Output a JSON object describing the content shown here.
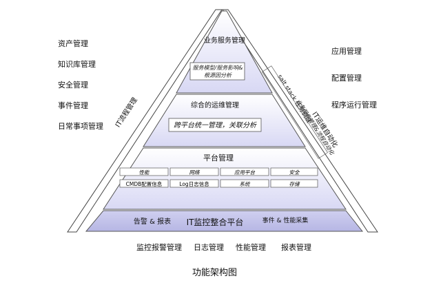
{
  "left_labels": [
    "资产管理",
    "知识库管理",
    "安全管理",
    "事件管理",
    "日常事项管理"
  ],
  "right_labels": [
    "应用管理",
    "配置管理",
    "程序运行管理"
  ],
  "left_band_text": "IT流程管理",
  "right_band_text1": "IT运维自动化",
  "right_band_text2": "salt stack 任务调度",
  "right_band_text3": "业务服务管理&流程自动化",
  "top": {
    "title": "业务服务管理",
    "box_line1": "服务模型/服务影响&",
    "box_line2": "根源因分析"
  },
  "mid": {
    "title": "综合的运维管理",
    "box": "跨平台统一管理，关联分析"
  },
  "platform": {
    "title": "平台管理",
    "row1": [
      "性能",
      "网络",
      "应用平台",
      "安全"
    ],
    "row2": [
      "CMDB配置信息",
      "Log日志信息",
      "系统",
      "存储"
    ]
  },
  "base": {
    "left": "告警 & 报表",
    "center": "IT监控整合平台",
    "right": "事件 & 性能采集"
  },
  "bottom_labels": [
    "监控报警管理",
    "日志管理",
    "性能管理",
    "报表管理"
  ],
  "caption": "功能架构图"
}
